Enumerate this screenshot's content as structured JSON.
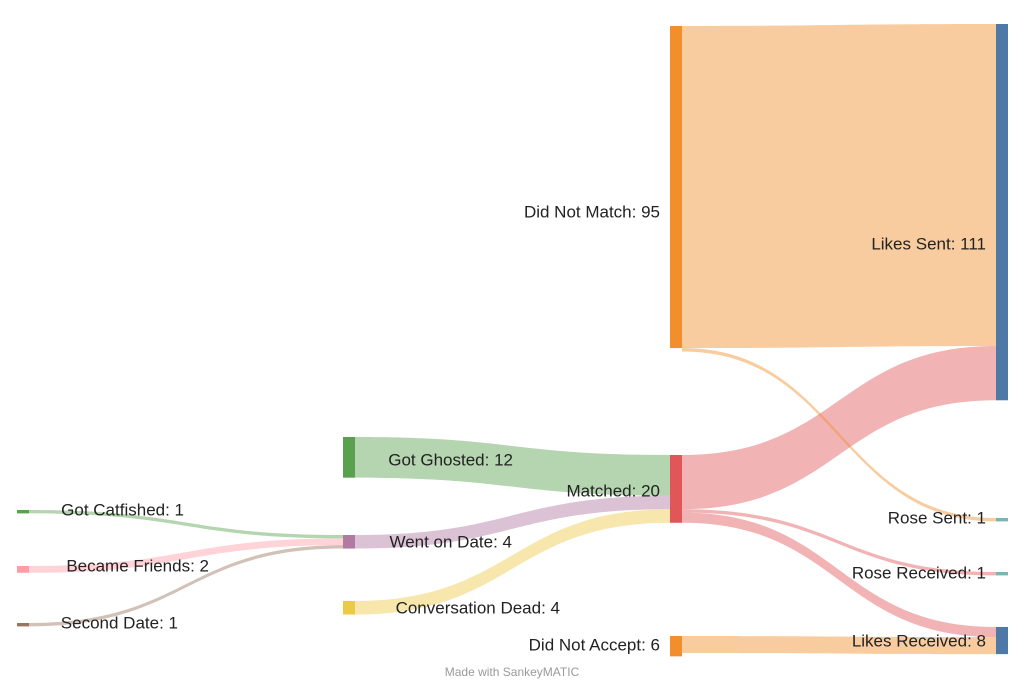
{
  "chart_data": {
    "type": "sankey",
    "mirrored": true,
    "nodes": [
      {
        "id": "likes_sent",
        "label": "Likes Sent: 111",
        "value": 111,
        "color": "#4e79a7"
      },
      {
        "id": "rose_sent",
        "label": "Rose Sent: 1",
        "value": 1,
        "color": "#76b7b2"
      },
      {
        "id": "rose_received",
        "label": "Rose Received: 1",
        "value": 1,
        "color": "#76b7b2"
      },
      {
        "id": "likes_received",
        "label": "Likes Received: 8",
        "value": 8,
        "color": "#4e79a7"
      },
      {
        "id": "did_not_match",
        "label": "Did Not Match: 95",
        "value": 95,
        "color": "#f28e2b"
      },
      {
        "id": "matched",
        "label": "Matched: 20",
        "value": 20,
        "color": "#e15759"
      },
      {
        "id": "did_not_accept",
        "label": "Did Not Accept: 6",
        "value": 6,
        "color": "#f28e2b"
      },
      {
        "id": "got_ghosted",
        "label": "Got Ghosted: 12",
        "value": 12,
        "color": "#59a14f"
      },
      {
        "id": "went_on_date",
        "label": "Went on Date: 4",
        "value": 4,
        "color": "#b07aa1"
      },
      {
        "id": "conversation_dead",
        "label": "Conversation Dead: 4",
        "value": 4,
        "color": "#edc948"
      },
      {
        "id": "got_catfished",
        "label": "Got Catfished: 1",
        "value": 1,
        "color": "#59a14f"
      },
      {
        "id": "became_friends",
        "label": "Became Friends: 2",
        "value": 2,
        "color": "#ff9da7"
      },
      {
        "id": "second_date",
        "label": "Second Date: 1",
        "value": 1,
        "color": "#9c755f"
      }
    ],
    "links": [
      {
        "source": "likes_sent",
        "target": "did_not_match",
        "value": 95
      },
      {
        "source": "likes_sent",
        "target": "matched",
        "value": 16
      },
      {
        "source": "rose_sent",
        "target": "did_not_match",
        "value": 1
      },
      {
        "source": "rose_received",
        "target": "matched",
        "value": 1
      },
      {
        "source": "likes_received",
        "target": "matched",
        "value": 3
      },
      {
        "source": "likes_received",
        "target": "did_not_accept",
        "value": 5
      },
      {
        "source": "matched",
        "target": "got_ghosted",
        "value": 12
      },
      {
        "source": "matched",
        "target": "went_on_date",
        "value": 4
      },
      {
        "source": "matched",
        "target": "conversation_dead",
        "value": 4
      },
      {
        "source": "went_on_date",
        "target": "got_catfished",
        "value": 1
      },
      {
        "source": "went_on_date",
        "target": "became_friends",
        "value": 2
      },
      {
        "source": "went_on_date",
        "target": "second_date",
        "value": 1
      }
    ],
    "credit": "Made with SankeyMATIC"
  }
}
